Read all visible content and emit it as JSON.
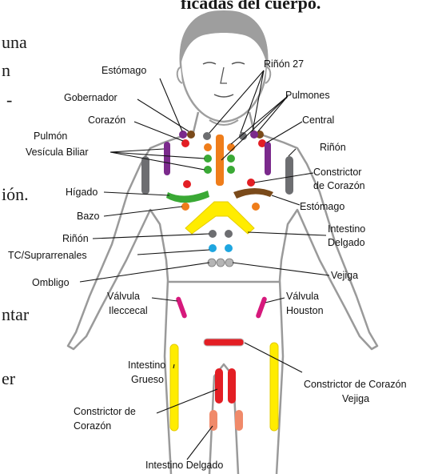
{
  "page_text": {
    "heading": "ficadas del cuerpo.",
    "line1": "una",
    "line2": "n",
    "line3": "-",
    "line4": "ión.",
    "line5": "ntar",
    "line6": "er"
  },
  "labels": {
    "estomago_top": "Estómago",
    "rinon27": "Riñón 27",
    "gobernador": "Gobernador",
    "pulmones": "Pulmones",
    "corazon": "Corazón",
    "central": "Central",
    "pulmon": "Pulmón",
    "vesicula": "Vesícula Biliar",
    "rinon_right": "Riñón",
    "constrictor_1": "Constrictor",
    "constrictor_2": "de Corazón",
    "higado": "Hígado",
    "estomago_right": "Estómago",
    "bazo": "Bazo",
    "intestino_d_1": "Intestino",
    "intestino_d_2": "Delgado",
    "rinon_left": "Riñón",
    "tc": "TC/Suprarrenales",
    "vejiga": "Vejiga",
    "ombligo": "Ombligo",
    "valvula_il_1": "Válvula",
    "valvula_il_2": "Ileccecal",
    "valvula_h_1": "Válvula",
    "valvula_h_2": "Houston",
    "intestino_g_1": "Intestino",
    "intestino_g_2": "Grueso",
    "cc_vejiga_1": "Constrictor de Corazón",
    "cc_vejiga_2": "Vejiga",
    "cc_leg_1": "Constrictor de",
    "cc_leg_2": "Corazón",
    "intestino_bottom": "Intestino Delgado"
  },
  "colors": {
    "outline": "#9a9a9a",
    "head": "#9e9e9e",
    "purple": "#7b2a8c",
    "brown": "#7a4a1a",
    "red": "#e31e24",
    "orange": "#ef7d1a",
    "green": "#3aa935",
    "gray": "#6d6e71",
    "blue": "#1ea6e0",
    "yellow": "#ffec00",
    "magenta": "#d6197c",
    "salmon": "#f08a6a",
    "silver": "#b5b5b5"
  }
}
